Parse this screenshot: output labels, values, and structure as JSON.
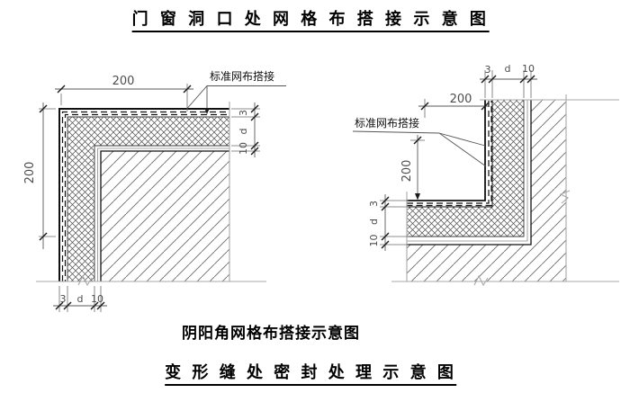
{
  "titles": {
    "top": "门 窗 洞 口 处 网 格 布 搭 接 示 意 图",
    "middle": "阴阳角网格布搭接示意图",
    "bottom": "变 形 缝 处 密 封 处 理 示 意 图"
  },
  "left_detail": {
    "mesh_label": "标准网布搭接",
    "overlap_width": "200",
    "overlap_height": "200",
    "layers_side": [
      "3",
      "d",
      "10"
    ],
    "layers_bottom": [
      "3",
      "d",
      "10"
    ]
  },
  "right_detail": {
    "mesh_label": "标准网布搭接",
    "overlap_width": "200",
    "overlap_height": "200",
    "layers_top": [
      "3",
      "d",
      "10"
    ],
    "layers_left": [
      "3",
      "d",
      "10"
    ]
  },
  "colors": {
    "background": "#ffffff",
    "outline": "#111111",
    "insulation_hatch": "#4d4d4d",
    "wall_hatch": "#6a6a6a",
    "break_line": "#a8a8a8",
    "dimension": "#4d4d4d"
  }
}
